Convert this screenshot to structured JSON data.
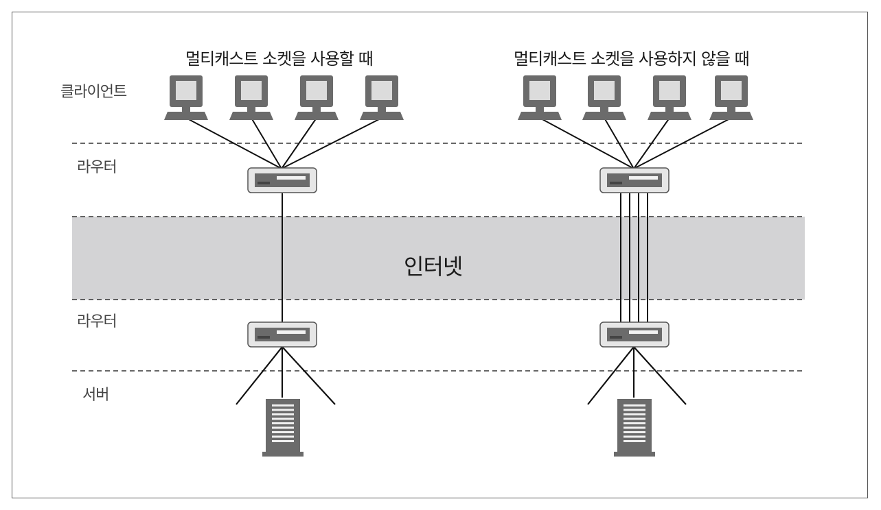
{
  "titles": {
    "left": "멀티캐스트 소켓을 사용할 때",
    "right": "멀티캐스트 소켓을 사용하지 않을 때"
  },
  "tiers": {
    "client": "클라이언트",
    "router_top": "라우터",
    "router_bottom": "라우터",
    "server": "서버"
  },
  "internet": "인터넷",
  "colors": {
    "band": "#d3d3d5",
    "line": "#111111",
    "device_dark": "#6b6b6b",
    "device_light": "#dcdcdc"
  }
}
